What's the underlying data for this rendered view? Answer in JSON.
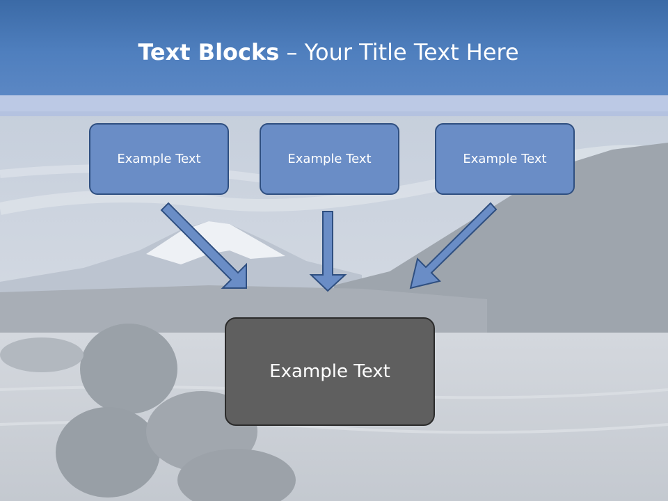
{
  "slide": {
    "title_bold": "Text Blocks",
    "title_dash": " – ",
    "title_rest": "Your Title Text Here"
  },
  "blocks": [
    {
      "label": "Example Text"
    },
    {
      "label": "Example Text"
    },
    {
      "label": "Example Text"
    }
  ],
  "center_block": {
    "label": "Example Text"
  },
  "colors": {
    "header": "#4f7fbe",
    "block_fill": "#6a8dc6",
    "block_border": "#2f4f80",
    "center_fill": "#5f5f5f",
    "arrow_fill": "#6a8dc6"
  }
}
